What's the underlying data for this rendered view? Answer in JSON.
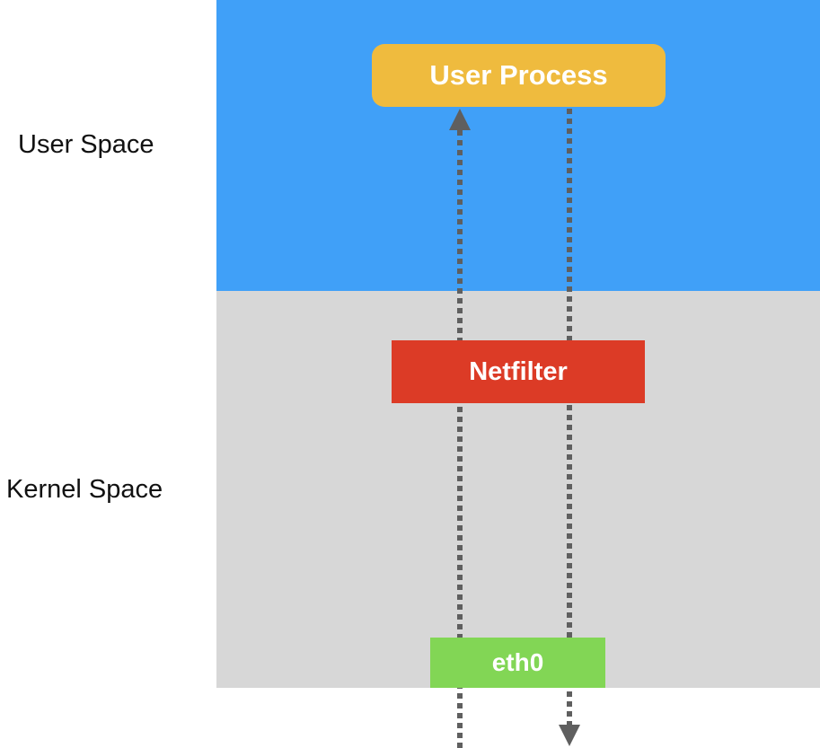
{
  "labels": {
    "user_space": "User Space",
    "kernel_space": "Kernel Space"
  },
  "nodes": {
    "user_process": "User Process",
    "netfilter": "Netfilter",
    "eth0": "eth0"
  },
  "edges": [
    {
      "from": "eth0",
      "to": "user_process",
      "style": "dotted",
      "direction": "up"
    },
    {
      "from": "user_process",
      "to": "eth0",
      "style": "dotted",
      "direction": "down"
    }
  ],
  "colors": {
    "user_space_bg": "#40a0f8",
    "kernel_space_bg": "#d7d7d7",
    "user_process_box": "#efbb3e",
    "netfilter_box": "#dc3b26",
    "eth0_box": "#82d655",
    "arrow": "#5f5f5f"
  }
}
